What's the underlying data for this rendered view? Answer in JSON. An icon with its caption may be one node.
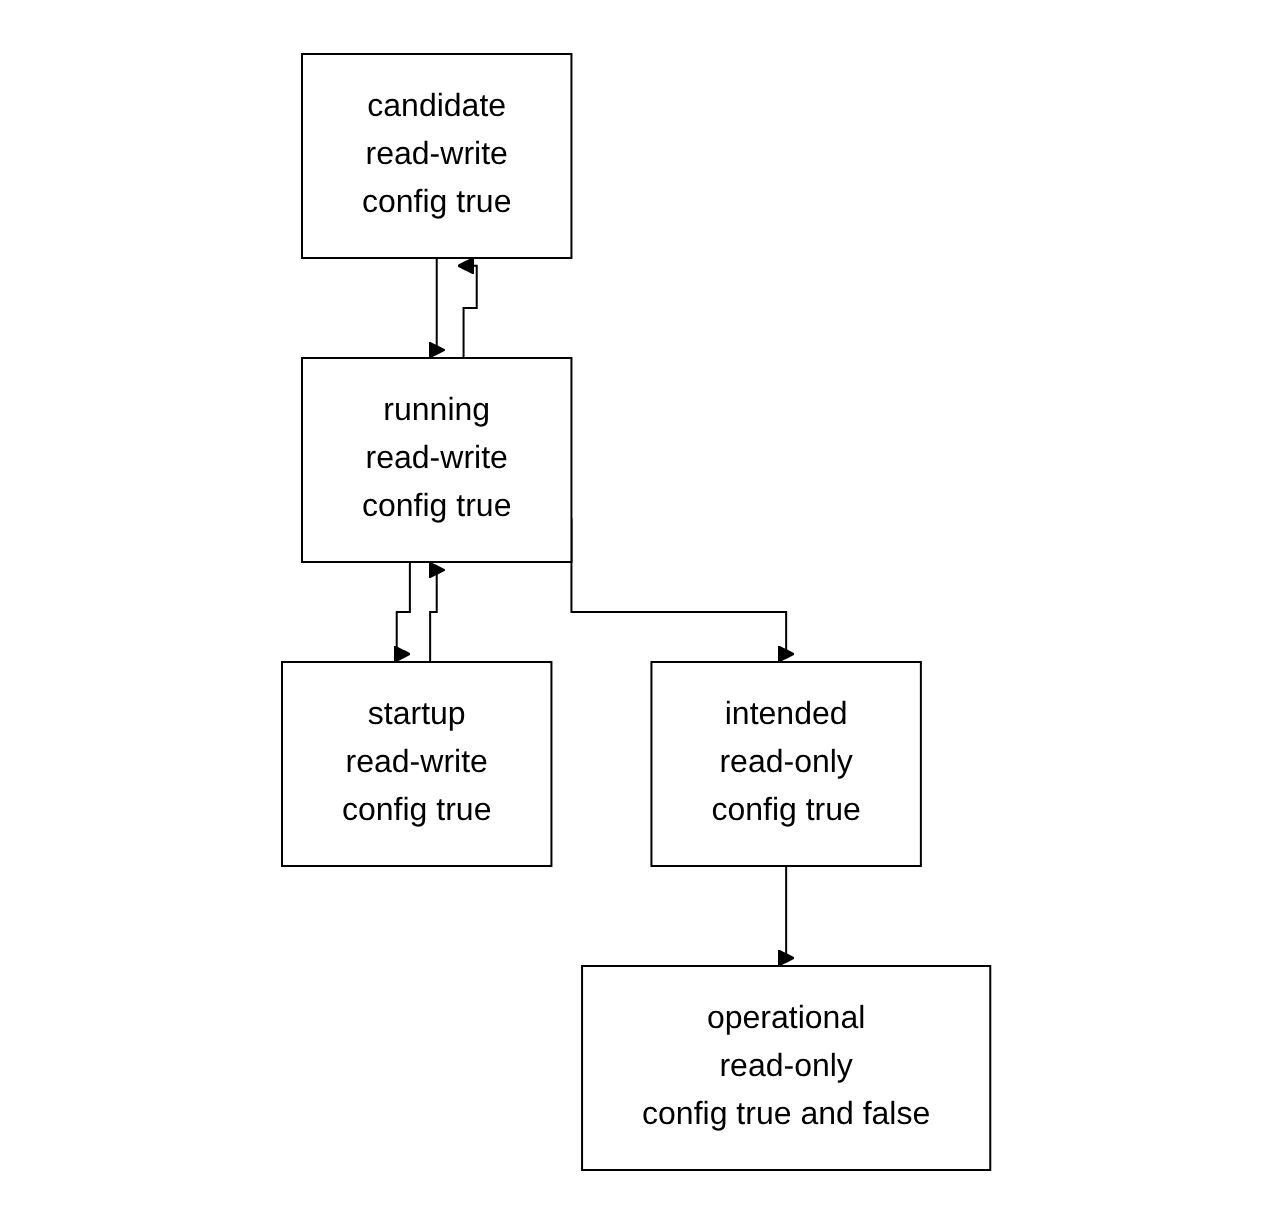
{
  "diagram": {
    "nodes": [
      {
        "text": [
          "candidate",
          "read-write",
          "config true"
        ]
      },
      {
        "text": [
          "startup",
          "read-write",
          "config true"
        ]
      },
      {
        "text": [
          "running",
          "read-write",
          "config true"
        ]
      },
      {
        "text": [
          "intended",
          "read-only",
          "config true"
        ]
      },
      {
        "text": [
          "operational",
          "read-only",
          "config true and false"
        ]
      }
    ],
    "edges": [
      {
        "from": 0,
        "to": 2,
        "arrow": "to"
      },
      {
        "from": 2,
        "to": 0,
        "arrow": "to"
      },
      {
        "from": 1,
        "to": 2,
        "arrow": "to"
      },
      {
        "from": 2,
        "to": 1,
        "arrow": "to"
      },
      {
        "from": 2,
        "to": 3,
        "arrow": "to"
      },
      {
        "from": 3,
        "to": 4,
        "arrow": "to"
      }
    ]
  }
}
